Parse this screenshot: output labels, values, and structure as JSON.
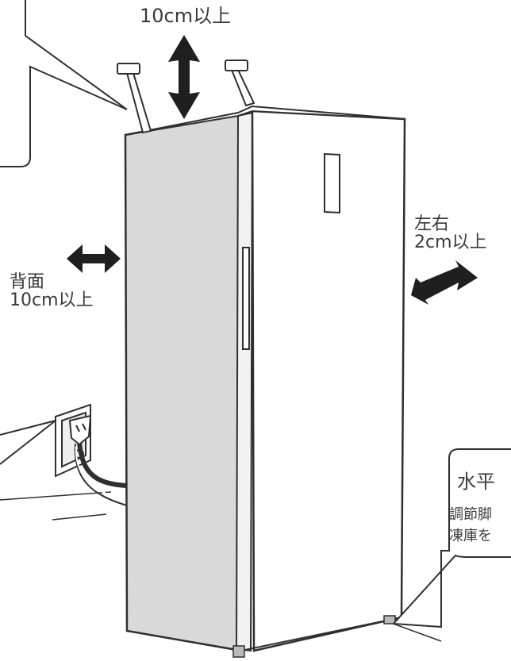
{
  "labels": {
    "top_clearance": "10cm以上",
    "back": {
      "line1": "背面",
      "line2": "10cm以上"
    },
    "sides": {
      "line1": "左右",
      "line2": "2cm以上"
    }
  },
  "callout_level": {
    "title": "水平",
    "line1": "調節脚",
    "line2": "凍庫を"
  },
  "colors": {
    "line": "#2f2f2f",
    "freezer_side": "#d9d9d9",
    "freezer_front": "#ffffff",
    "text": "#3a3a3a"
  }
}
